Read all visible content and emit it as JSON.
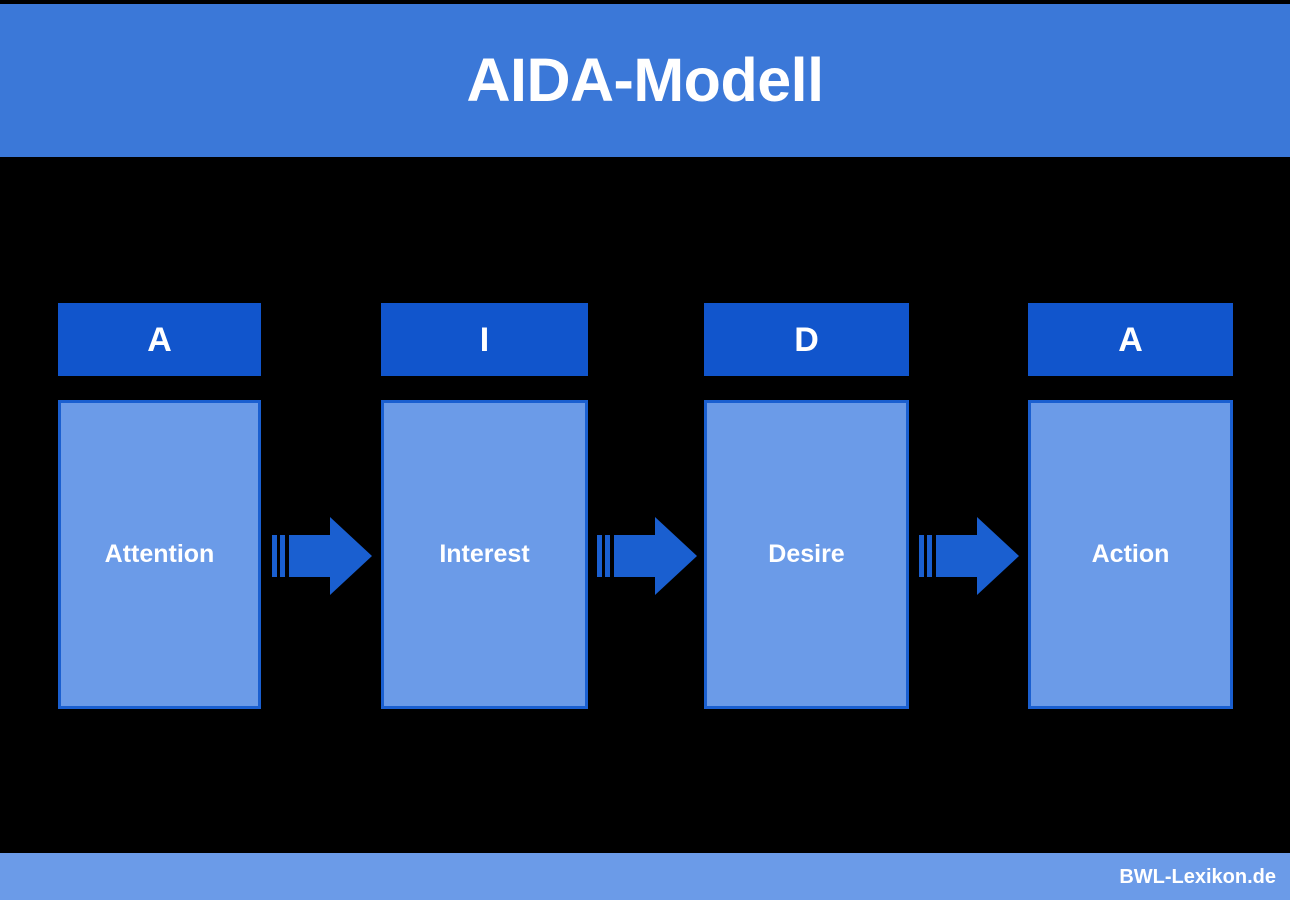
{
  "header": {
    "title": "AIDA-Modell",
    "background_color": "#3B78D8",
    "text_color": "#FFFFFF"
  },
  "diagram": {
    "type": "process-flow",
    "background_color": "#000000",
    "letter_box_color": "#1155CC",
    "stage_box_fill": "#6B9BE8",
    "stage_box_border": "#1A5FD0",
    "arrow_color": "#1A5FD0",
    "stages": [
      {
        "letter": "A",
        "label": "Attention"
      },
      {
        "letter": "I",
        "label": "Interest"
      },
      {
        "letter": "D",
        "label": "Desire"
      },
      {
        "letter": "A",
        "label": "Action"
      }
    ],
    "arrows": [
      {
        "from": "Attention",
        "to": "Interest",
        "icon": "arrow-right-icon"
      },
      {
        "from": "Interest",
        "to": "Desire",
        "icon": "arrow-right-icon"
      },
      {
        "from": "Desire",
        "to": "Action",
        "icon": "arrow-right-icon"
      }
    ]
  },
  "footer": {
    "source": "BWL-Lexikon.de",
    "background_color": "#6B9BE8",
    "text_color": "#FFFFFF"
  }
}
